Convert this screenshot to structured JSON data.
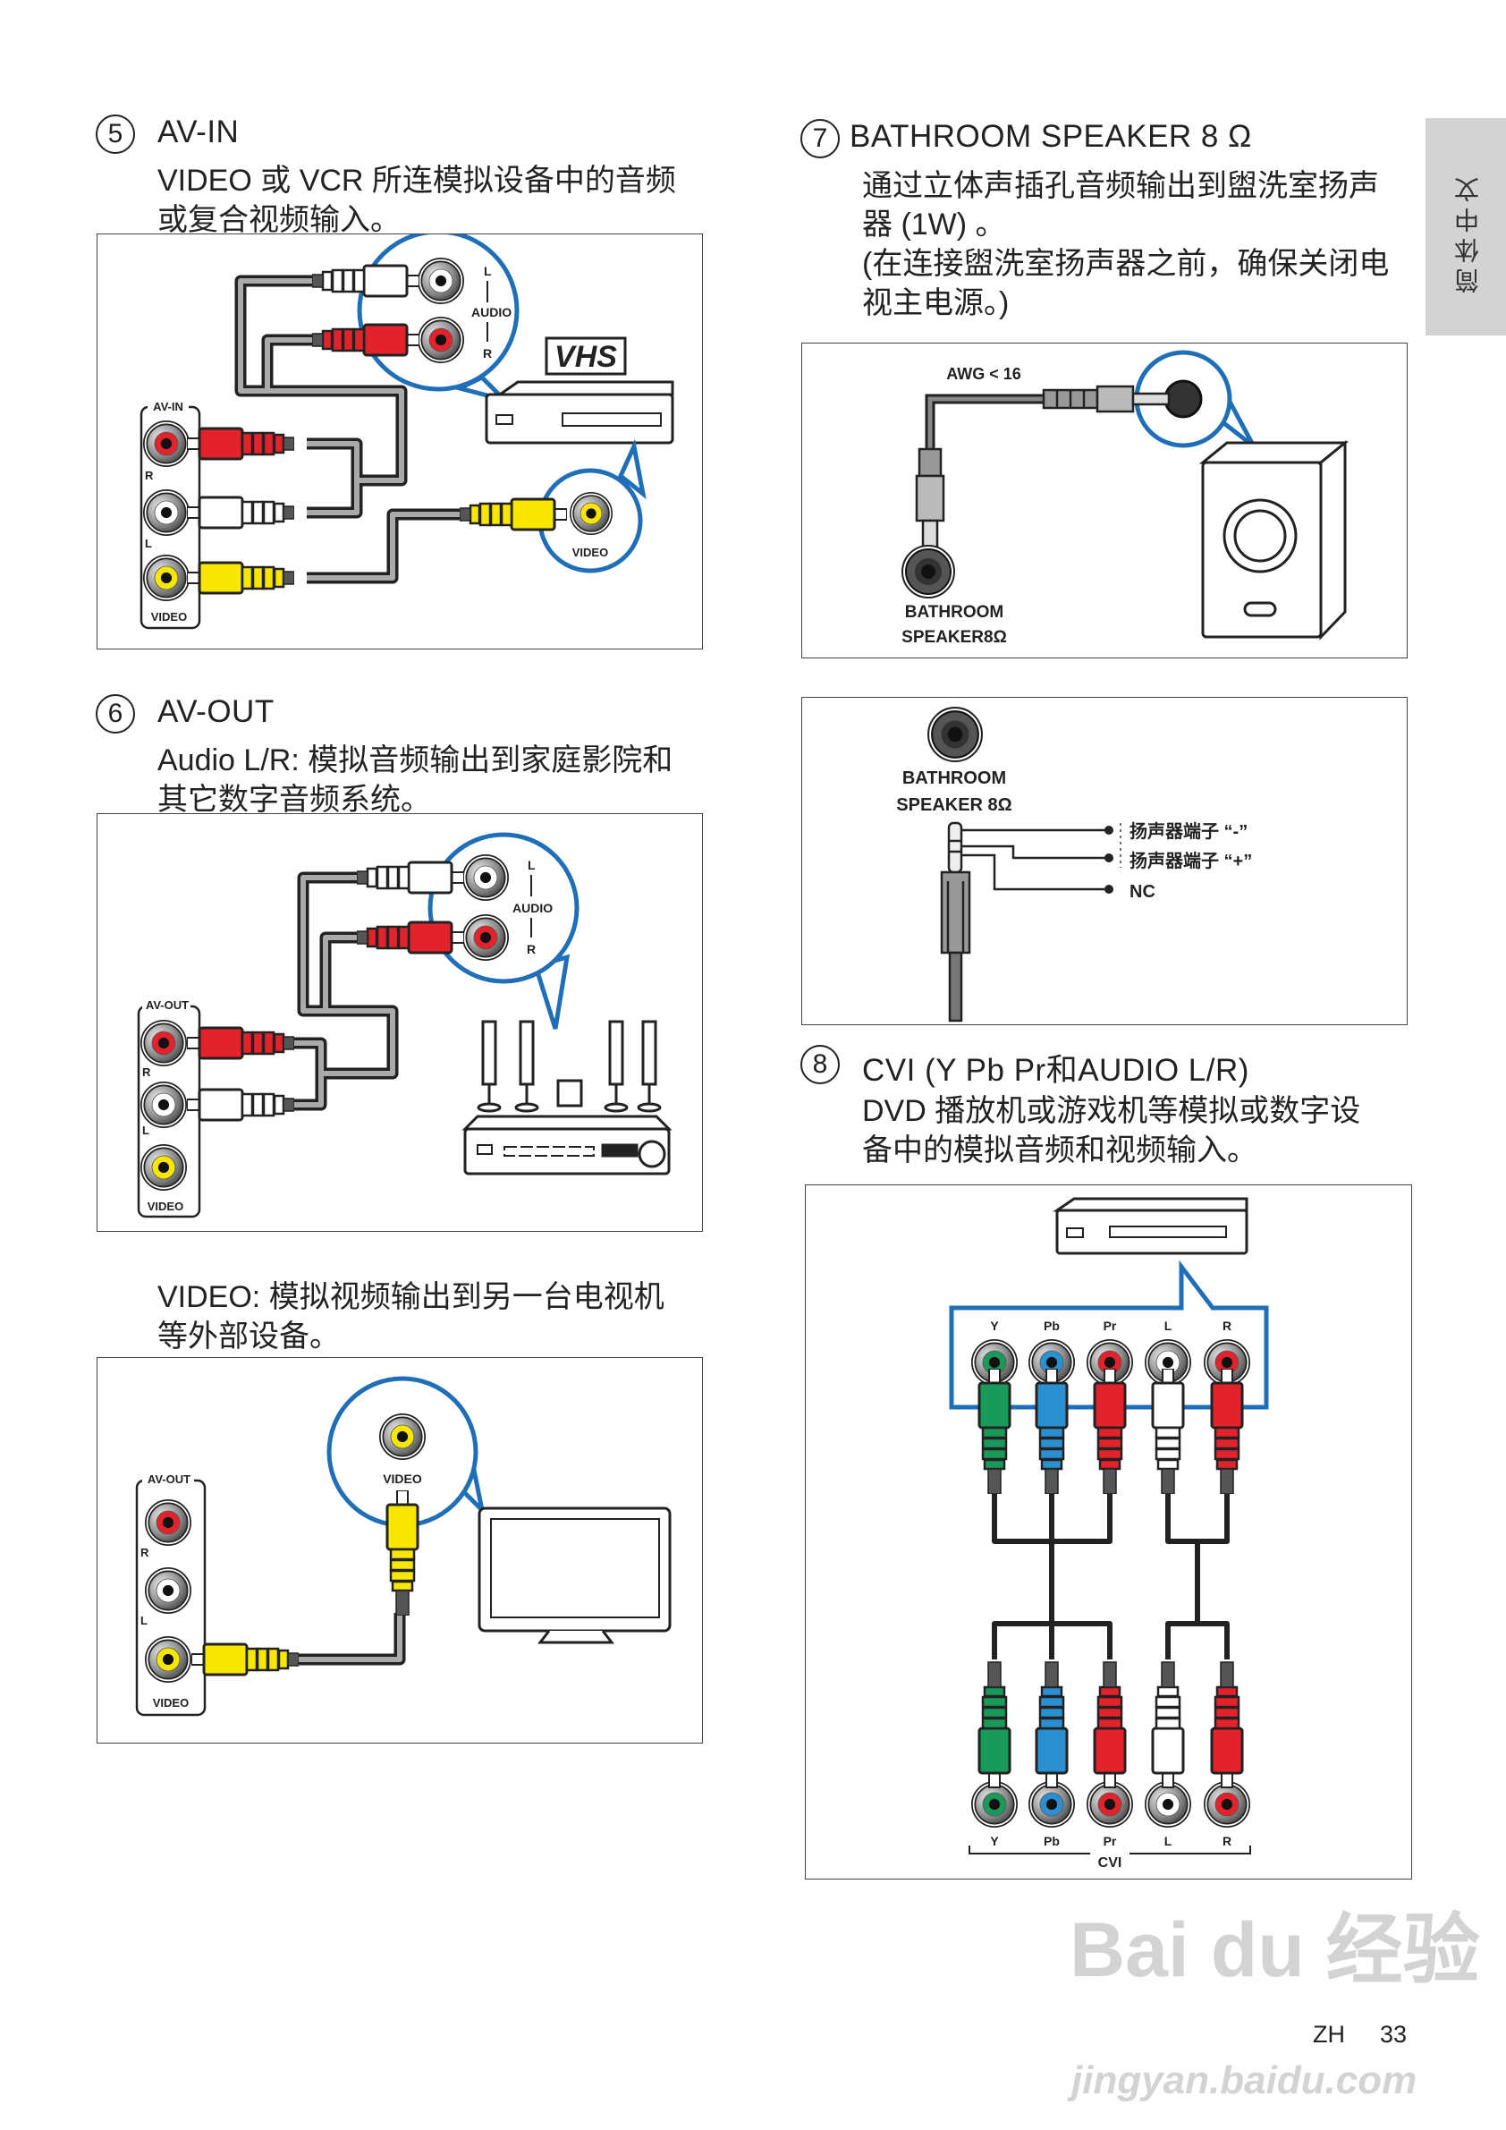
{
  "side_tab": "简体中文",
  "sections": {
    "s5": {
      "num": "5",
      "title": "AV-IN",
      "desc": [
        " VIDEO 或 VCR 所连模拟设备中的音频",
        "或复合视频输入。"
      ]
    },
    "s6": {
      "num": "6",
      "title": "AV-OUT",
      "desc": [
        "Audio L/R: 模拟音频输出到家庭影院和",
        "其它数字音频系统。"
      ]
    },
    "video_out": {
      "desc": [
        "VIDEO: 模拟视频输出到另一台电视机",
        "等外部设备。"
      ]
    },
    "s7": {
      "num": "7",
      "title": "BATHROOM SPEAKER 8 Ω",
      "desc": [
        "通过立体声插孔音频输出到盥洗室扬声",
        "器 (1W) 。",
        "(在连接盥洗室扬声器之前，确保关闭电",
        "视主电源。)"
      ]
    },
    "s8": {
      "num": "8",
      "title": "CVI (Y Pb Pr和AUDIO L/R)",
      "desc": [
        "DVD 播放机或游戏机等模拟或数字设",
        "备中的模拟音频和视频输入。"
      ]
    }
  },
  "diagrams": {
    "av_in": {
      "panel": "AV-IN",
      "r": "R",
      "l": "L",
      "video": "VIDEO",
      "audio_l": "L",
      "audio": "AUDIO",
      "audio_r": "R",
      "vhs": "VHS",
      "callout_video": "VIDEO"
    },
    "av_out_audio": {
      "panel": "AV-OUT",
      "r": "R",
      "l": "L",
      "video": "VIDEO",
      "audio_l": "L",
      "audio": "AUDIO",
      "audio_r": "R"
    },
    "av_out_video": {
      "panel": "AV-OUT",
      "r": "R",
      "l": "L",
      "video": "VIDEO",
      "callout_video": "VIDEO"
    },
    "bathroom": {
      "awg": "AWG < 16",
      "label1": "BATHROOM",
      "label2": "SPEAKER8Ω"
    },
    "bathroom_pinout": {
      "label1": "BATHROOM",
      "label2": "SPEAKER 8Ω",
      "pin_minus": "扬声器端子 “-”",
      "pin_plus": "扬声器端子 “+”",
      "pin_nc": "NC"
    },
    "cvi": {
      "top_labels": [
        "Y",
        "Pb",
        "Pr",
        "L",
        "R"
      ],
      "bottom_labels": [
        "Y",
        "Pb",
        "Pr",
        "L",
        "R"
      ],
      "group": "CVI"
    }
  },
  "colors": {
    "callout_blue": "#1f6fb8",
    "red": "#e3232c",
    "white": "#ffffff",
    "yellow": "#f6e600",
    "green": "#1a9a5a",
    "blue": "#2a90d2",
    "side_tab": "#d3d3d3"
  },
  "footer": {
    "lang": "ZH",
    "page": "33"
  },
  "watermark": {
    "brand": "Bai du 经验",
    "url": "jingyan.baidu.com"
  }
}
